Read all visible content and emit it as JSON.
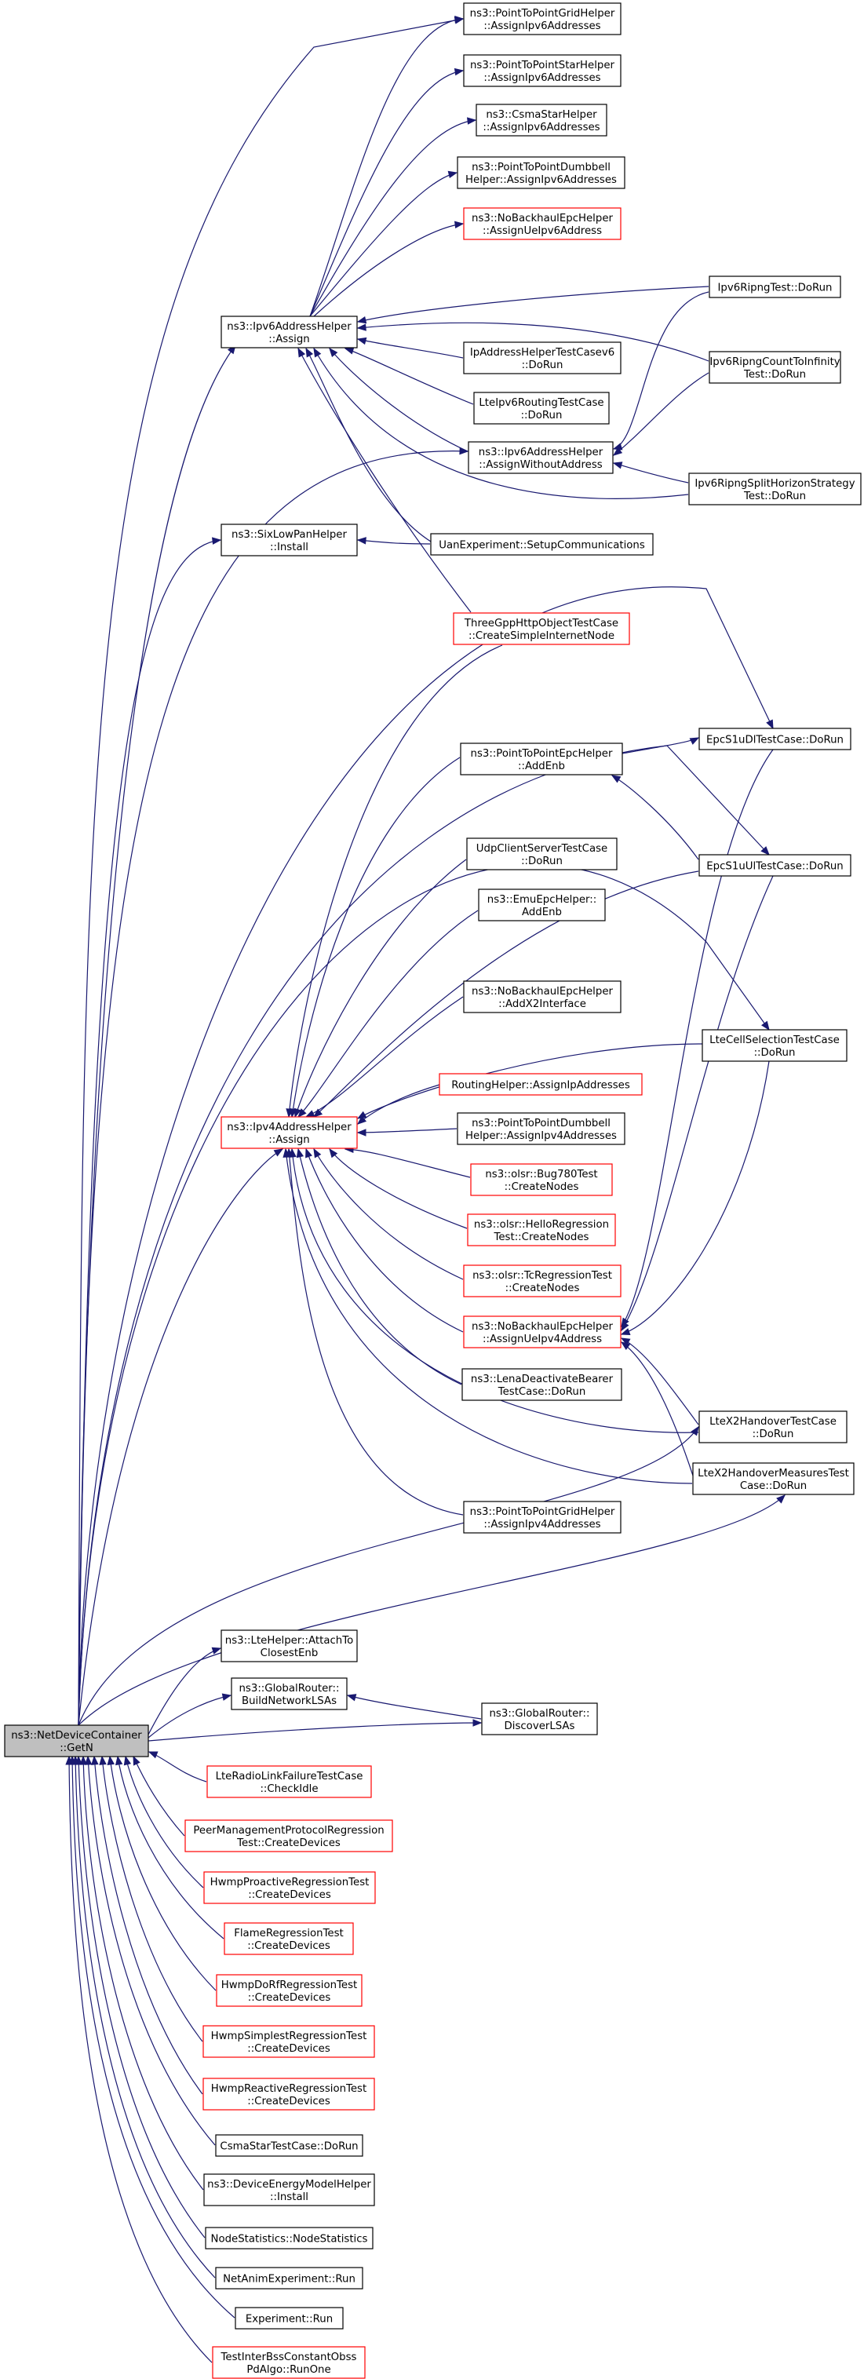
{
  "colors": {
    "edge": "#191970",
    "border": "#000000",
    "red_border": "#ff0000",
    "root_fill": "#bfbfbf"
  },
  "nodes": {
    "getn": {
      "lines": [
        "ns3::NetDeviceContainer",
        "::GetN"
      ],
      "style": "root"
    },
    "p2pgrid_v6": {
      "lines": [
        "ns3::PointToPointGridHelper",
        "::AssignIpv6Addresses"
      ],
      "style": "black"
    },
    "p2pstar_v6": {
      "lines": [
        "ns3::PointToPointStarHelper",
        "::AssignIpv6Addresses"
      ],
      "style": "black"
    },
    "csmastar_v6": {
      "lines": [
        "ns3::CsmaStarHelper",
        "::AssignIpv6Addresses"
      ],
      "style": "black"
    },
    "p2pdumbbell_v6": {
      "lines": [
        "ns3::PointToPointDumbbell",
        "Helper::AssignIpv6Addresses"
      ],
      "style": "black"
    },
    "nobackhaul_v6": {
      "lines": [
        "ns3::NoBackhaulEpcHelper",
        "::AssignUeIpv6Address"
      ],
      "style": "red"
    },
    "ipv6assign": {
      "lines": [
        "ns3::Ipv6AddressHelper",
        "::Assign"
      ],
      "style": "black"
    },
    "ripng": {
      "lines": [
        "Ipv6RipngTest::DoRun"
      ],
      "style": "black"
    },
    "ripngcount": {
      "lines": [
        "Ipv6RipngCountToInfinity",
        "Test::DoRun"
      ],
      "style": "black"
    },
    "iphelpertest": {
      "lines": [
        "IpAddressHelperTestCasev6",
        "::DoRun"
      ],
      "style": "black"
    },
    "lteipv6": {
      "lines": [
        "LteIpv6RoutingTestCase",
        "::DoRun"
      ],
      "style": "black"
    },
    "ipv6without": {
      "lines": [
        "ns3::Ipv6AddressHelper",
        "::AssignWithoutAddress"
      ],
      "style": "black"
    },
    "ripngsplit": {
      "lines": [
        "Ipv6RipngSplitHorizonStrategy",
        "Test::DoRun"
      ],
      "style": "black"
    },
    "sixlowpan": {
      "lines": [
        "ns3::SixLowPanHelper",
        "::Install"
      ],
      "style": "black"
    },
    "uan": {
      "lines": [
        "UanExperiment::SetupCommunications"
      ],
      "style": "black"
    },
    "threegpp": {
      "lines": [
        "ThreeGppHttpObjectTestCase",
        "::CreateSimpleInternetNode"
      ],
      "style": "red"
    },
    "epcdl": {
      "lines": [
        "EpcS1uDlTestCase::DoRun"
      ],
      "style": "black"
    },
    "p2pepc": {
      "lines": [
        "ns3::PointToPointEpcHelper",
        "::AddEnb"
      ],
      "style": "black"
    },
    "epcul": {
      "lines": [
        "EpcS1uUlTestCase::DoRun"
      ],
      "style": "black"
    },
    "udpcs": {
      "lines": [
        "UdpClientServerTestCase",
        "::DoRun"
      ],
      "style": "black"
    },
    "emuepc": {
      "lines": [
        "ns3::EmuEpcHelper::",
        "AddEnb"
      ],
      "style": "black"
    },
    "nobackhaul_x2": {
      "lines": [
        "ns3::NoBackhaulEpcHelper",
        "::AddX2Interface"
      ],
      "style": "black"
    },
    "ltecell": {
      "lines": [
        "LteCellSelectionTestCase",
        "::DoRun"
      ],
      "style": "black"
    },
    "routing": {
      "lines": [
        "RoutingHelper::AssignIpAddresses"
      ],
      "style": "red"
    },
    "ipv4assign": {
      "lines": [
        "ns3::Ipv4AddressHelper",
        "::Assign"
      ],
      "style": "red"
    },
    "p2pdumbbell_v4": {
      "lines": [
        "ns3::PointToPointDumbbell",
        "Helper::AssignIpv4Addresses"
      ],
      "style": "black"
    },
    "olsrbug": {
      "lines": [
        "ns3::olsr::Bug780Test",
        "::CreateNodes"
      ],
      "style": "red"
    },
    "olsrhello": {
      "lines": [
        "ns3::olsr::HelloRegression",
        "Test::CreateNodes"
      ],
      "style": "red"
    },
    "olsrtc": {
      "lines": [
        "ns3::olsr::TcRegressionTest",
        "::CreateNodes"
      ],
      "style": "red"
    },
    "nobackhaul_v4": {
      "lines": [
        "ns3::NoBackhaulEpcHelper",
        "::AssignUeIpv4Address"
      ],
      "style": "red"
    },
    "lenadeact": {
      "lines": [
        "ns3::LenaDeactivateBearer",
        "TestCase::DoRun"
      ],
      "style": "black"
    },
    "ltex2": {
      "lines": [
        "LteX2HandoverTestCase",
        "::DoRun"
      ],
      "style": "black"
    },
    "ltex2meas": {
      "lines": [
        "LteX2HandoverMeasuresTest",
        "Case::DoRun"
      ],
      "style": "black"
    },
    "p2pgrid_v4": {
      "lines": [
        "ns3::PointToPointGridHelper",
        "::AssignIpv4Addresses"
      ],
      "style": "black"
    },
    "lteattach": {
      "lines": [
        "ns3::LteHelper::AttachTo",
        "ClosestEnb"
      ],
      "style": "black"
    },
    "grbuild": {
      "lines": [
        "ns3::GlobalRouter::",
        "BuildNetworkLSAs"
      ],
      "style": "black"
    },
    "grdisc": {
      "lines": [
        "ns3::GlobalRouter::",
        "DiscoverLSAs"
      ],
      "style": "black"
    },
    "lteradio": {
      "lines": [
        "LteRadioLinkFailureTestCase",
        "::CheckIdle"
      ],
      "style": "red"
    },
    "peermgmt": {
      "lines": [
        "PeerManagementProtocolRegression",
        "Test::CreateDevices"
      ],
      "style": "red"
    },
    "hwmpproactive": {
      "lines": [
        "HwmpProactiveRegressionTest",
        "::CreateDevices"
      ],
      "style": "red"
    },
    "flame": {
      "lines": [
        "FlameRegressionTest",
        "::CreateDevices"
      ],
      "style": "red"
    },
    "hwmpdorf": {
      "lines": [
        "HwmpDoRfRegressionTest",
        "::CreateDevices"
      ],
      "style": "red"
    },
    "hwmpsimplest": {
      "lines": [
        "HwmpSimplestRegressionTest",
        "::CreateDevices"
      ],
      "style": "red"
    },
    "hwmpreactive": {
      "lines": [
        "HwmpReactiveRegressionTest",
        "::CreateDevices"
      ],
      "style": "red"
    },
    "csmastartest": {
      "lines": [
        "CsmaStarTestCase::DoRun"
      ],
      "style": "black"
    },
    "energy": {
      "lines": [
        "ns3::DeviceEnergyModelHelper",
        "::Install"
      ],
      "style": "black"
    },
    "nodestats": {
      "lines": [
        "NodeStatistics::NodeStatistics"
      ],
      "style": "black"
    },
    "netanim": {
      "lines": [
        "NetAnimExperiment::Run"
      ],
      "style": "black"
    },
    "experiment": {
      "lines": [
        "Experiment::Run"
      ],
      "style": "black"
    },
    "interbss": {
      "lines": [
        "TestInterBssConstantObss",
        "PdAlgo::RunOne"
      ],
      "style": "red"
    }
  }
}
